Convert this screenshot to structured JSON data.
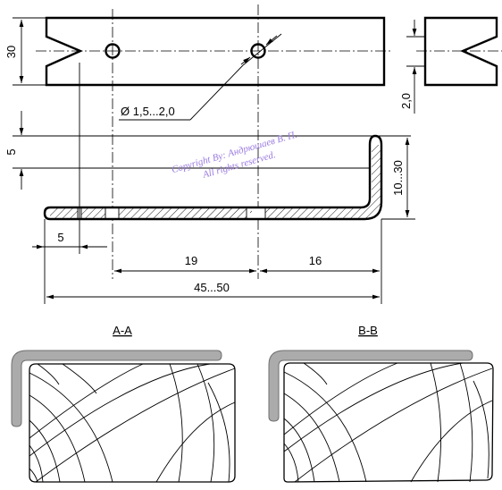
{
  "dimensions": {
    "height_30": "30",
    "depth_2": "2,0",
    "hole_dia": "Ø 1,5...2,0",
    "flange_5": "5",
    "height_range": "10...30",
    "offset_5": "5",
    "dist_19": "19",
    "dist_16": "16",
    "length_range": "45...50"
  },
  "watermark": {
    "line1": "Copyright By: Андрюшаев В. П.",
    "line2": "All rights reserved."
  },
  "sections": {
    "a_label": "A-A",
    "b_label": "B-B"
  }
}
